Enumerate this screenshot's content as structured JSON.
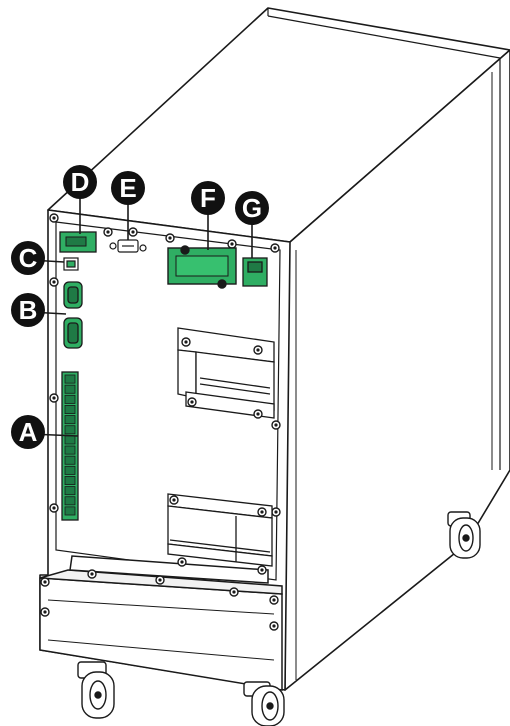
{
  "callouts": {
    "a": "A",
    "b": "B",
    "c": "C",
    "d": "D",
    "e": "E",
    "f": "F",
    "g": "G"
  },
  "colors": {
    "outline": "#1a1a1a",
    "panel": "#ffffff",
    "side": "#ffffff",
    "connector_green": "#2fae63",
    "connector_dark": "#1f7a45",
    "callout": "#111111"
  }
}
